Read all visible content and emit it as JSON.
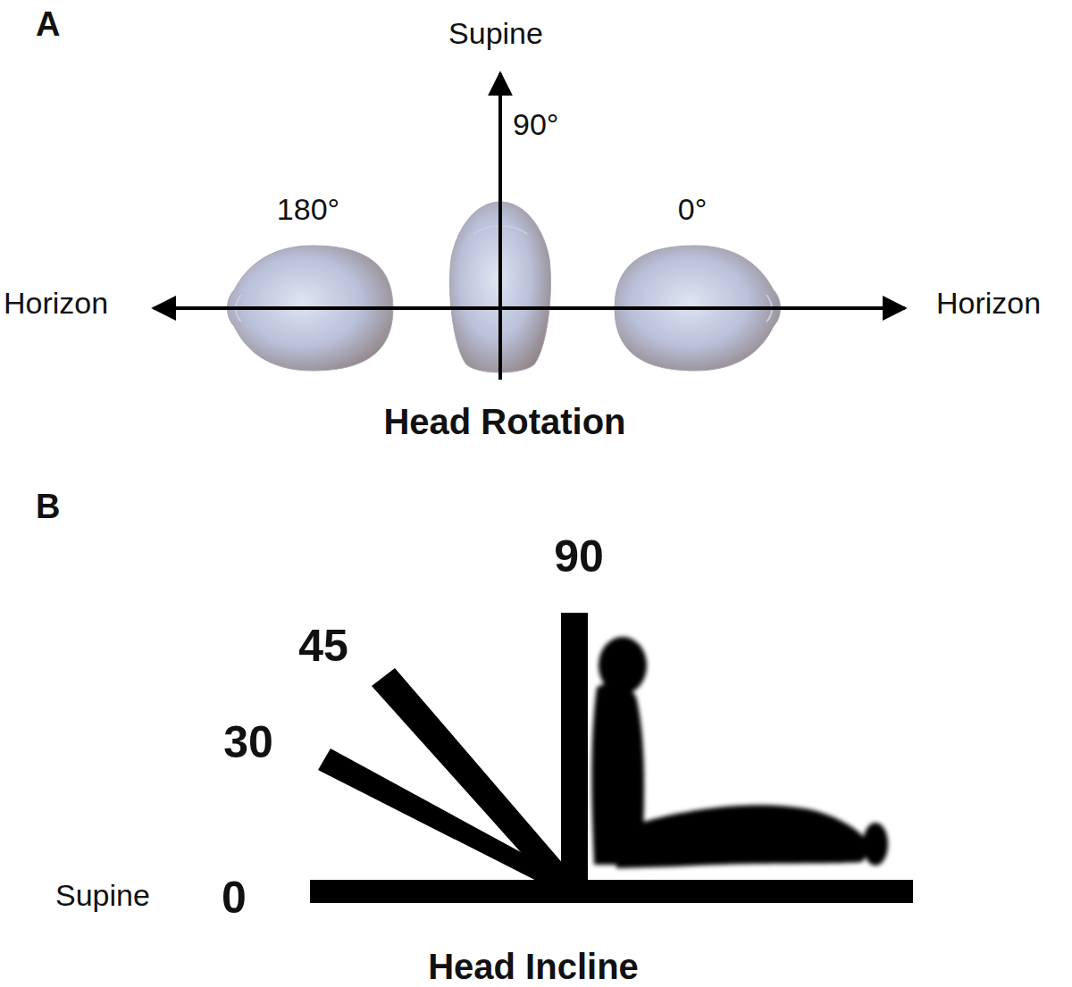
{
  "diagram": {
    "labels": [
      "A",
      "Supine",
      "90°",
      "180°",
      "0°",
      "Horizon",
      "Horizon",
      "Head Rotation",
      "B",
      "90",
      "45",
      "30",
      "Supine",
      "0",
      "Head Incline"
    ]
  }
}
